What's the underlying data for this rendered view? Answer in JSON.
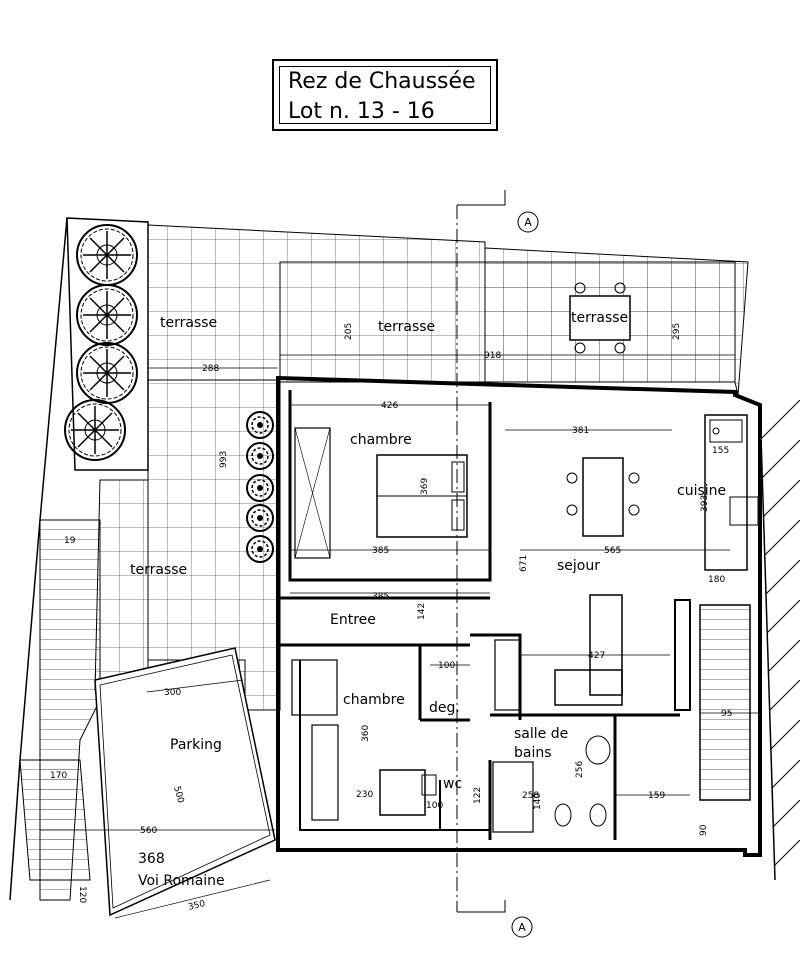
{
  "title": {
    "line1": "Rez de Chaussée",
    "line2": "Lot n. 13 - 16"
  },
  "section_marker": "A",
  "rooms": {
    "terrasse_1": "terrasse",
    "terrasse_2": "terrasse",
    "terrasse_3": "terrasse",
    "terrasse_4": "terrasse",
    "chambre_1": "chambre",
    "chambre_2": "chambre",
    "cuisine": "cuisine",
    "sejour": "sejour",
    "entree": "Entree",
    "deg": "deg.",
    "salle_line1": "salle de",
    "salle_line2": "bains",
    "wc": "wc",
    "parking": "Parking",
    "address_number": "368",
    "address_street": "Voi Romaine"
  },
  "dimensions": {
    "d918": "918",
    "d295": "295",
    "d205": "205",
    "d288": "288",
    "d426": "426",
    "d381": "381",
    "d155": "155",
    "d993": "993",
    "d369": "369",
    "d385a": "385",
    "d385b": "385",
    "d671": "671",
    "d565": "565",
    "d393": "393",
    "d180": "180",
    "d142": "142",
    "d19": "19",
    "d427": "427",
    "d100a": "100",
    "d95": "95",
    "d300": "300",
    "d360": "360",
    "d230": "230",
    "d100b": "100",
    "d122": "122",
    "d258": "258",
    "d256": "256",
    "d140": "140",
    "d159": "159",
    "d90": "90",
    "d500": "500",
    "d560": "560",
    "d170": "170",
    "d120": "120",
    "d350": "350"
  }
}
